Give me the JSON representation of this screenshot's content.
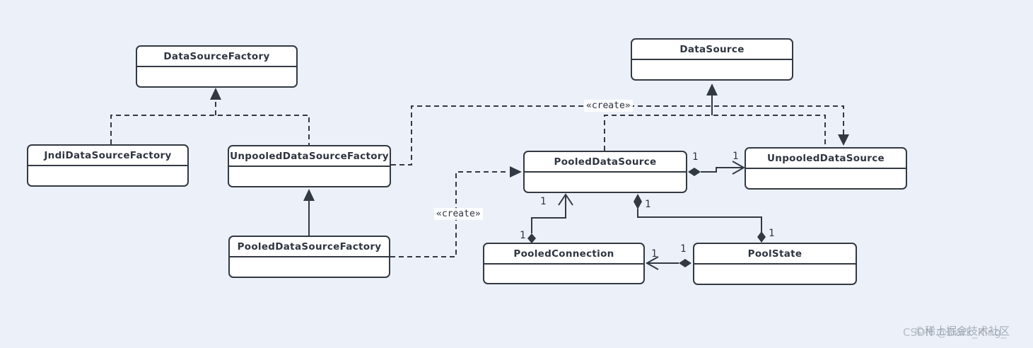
{
  "diagram": {
    "background_color": "#ecf1f9",
    "line_color": "#333943",
    "classes": [
      {
        "label": "DataSourceFactory"
      },
      {
        "label": "DataSource"
      },
      {
        "label": "JndiDataSourceFactory"
      },
      {
        "label": "UnpooledDataSourceFactory"
      },
      {
        "label": "PooledDataSource"
      },
      {
        "label": "UnpooledDataSource"
      },
      {
        "label": "PooledDataSourceFactory"
      },
      {
        "label": "PooledConnection"
      },
      {
        "label": "PoolState"
      }
    ],
    "relationships": [
      {
        "from": "JndiDataSourceFactory",
        "to": "DataSourceFactory",
        "type": "realization"
      },
      {
        "from": "UnpooledDataSourceFactory",
        "to": "DataSourceFactory",
        "type": "realization"
      },
      {
        "from": "PooledDataSourceFactory",
        "to": "UnpooledDataSourceFactory",
        "type": "generalization"
      },
      {
        "from": "UnpooledDataSourceFactory",
        "to": "UnpooledDataSource",
        "type": "dependency",
        "stereotype": "«create»"
      },
      {
        "from": "PooledDataSourceFactory",
        "to": "PooledDataSource",
        "type": "dependency",
        "stereotype": "«create»"
      },
      {
        "from": "PooledDataSource",
        "to": "DataSource",
        "type": "realization"
      },
      {
        "from": "UnpooledDataSource",
        "to": "DataSource",
        "type": "realization"
      },
      {
        "from": "PooledDataSource",
        "to": "UnpooledDataSource",
        "type": "aggregation",
        "source_multiplicity": "1",
        "target_multiplicity": "1"
      },
      {
        "from": "PooledConnection",
        "to": "PooledDataSource",
        "type": "aggregation",
        "source_multiplicity": "1",
        "target_multiplicity": "1"
      },
      {
        "from": "PooledDataSource",
        "to": "PoolState",
        "type": "composition",
        "source_multiplicity": "1",
        "target_multiplicity": "1"
      },
      {
        "from": "PoolState",
        "to": "PooledConnection",
        "type": "aggregation",
        "source_multiplicity": "1",
        "target_multiplicity": "1"
      }
    ]
  },
  "watermark": {
    "juejin": "©稀土掘金技术社区",
    "csdn": "CSDN @Dark_King_"
  }
}
